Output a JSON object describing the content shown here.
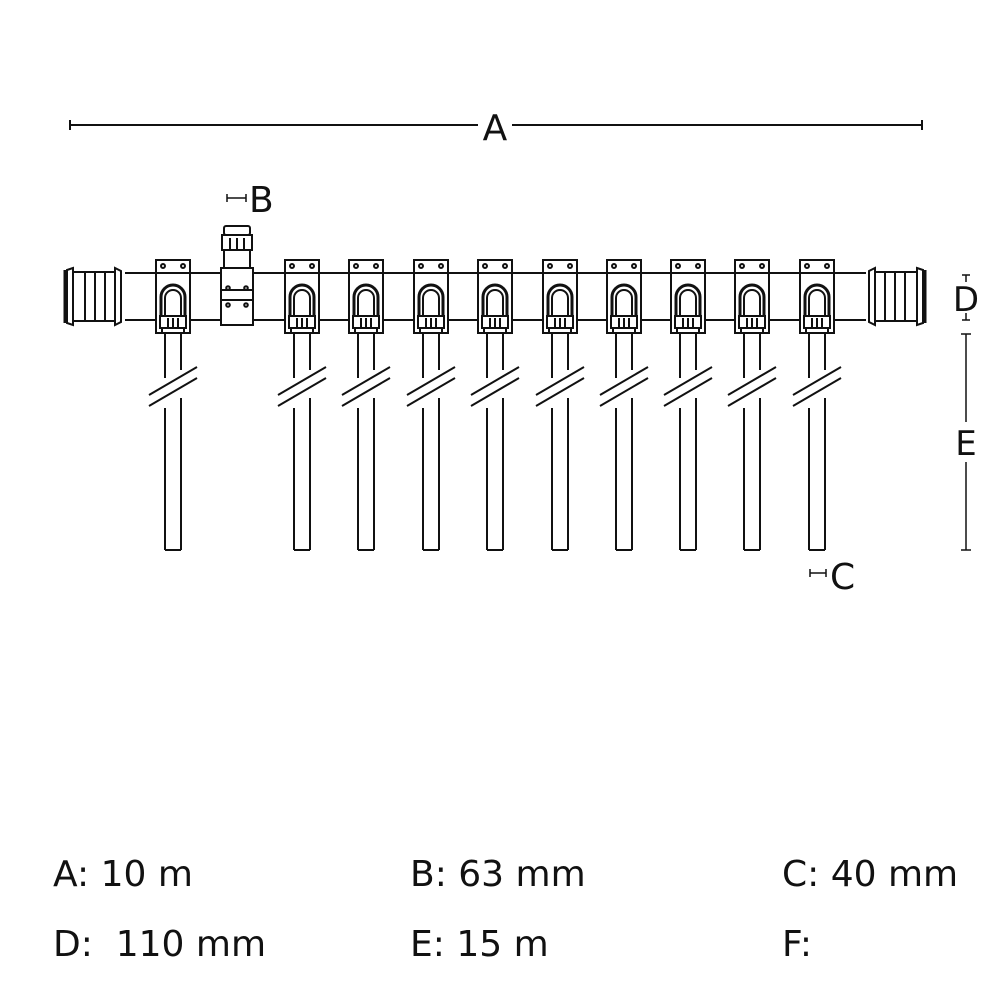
{
  "dimension_labels": {
    "a": "A",
    "b": "B",
    "c": "C",
    "d": "D",
    "e": "E"
  },
  "specs": [
    {
      "text": "A: 10 m"
    },
    {
      "text": "B: 63 mm"
    },
    {
      "text": "C: 40 mm"
    },
    {
      "text": "D:  110 mm"
    },
    {
      "text": "E: 15 m"
    },
    {
      "text": "F:"
    }
  ],
  "colors": {
    "line": "#111111",
    "background": "#ffffff"
  }
}
